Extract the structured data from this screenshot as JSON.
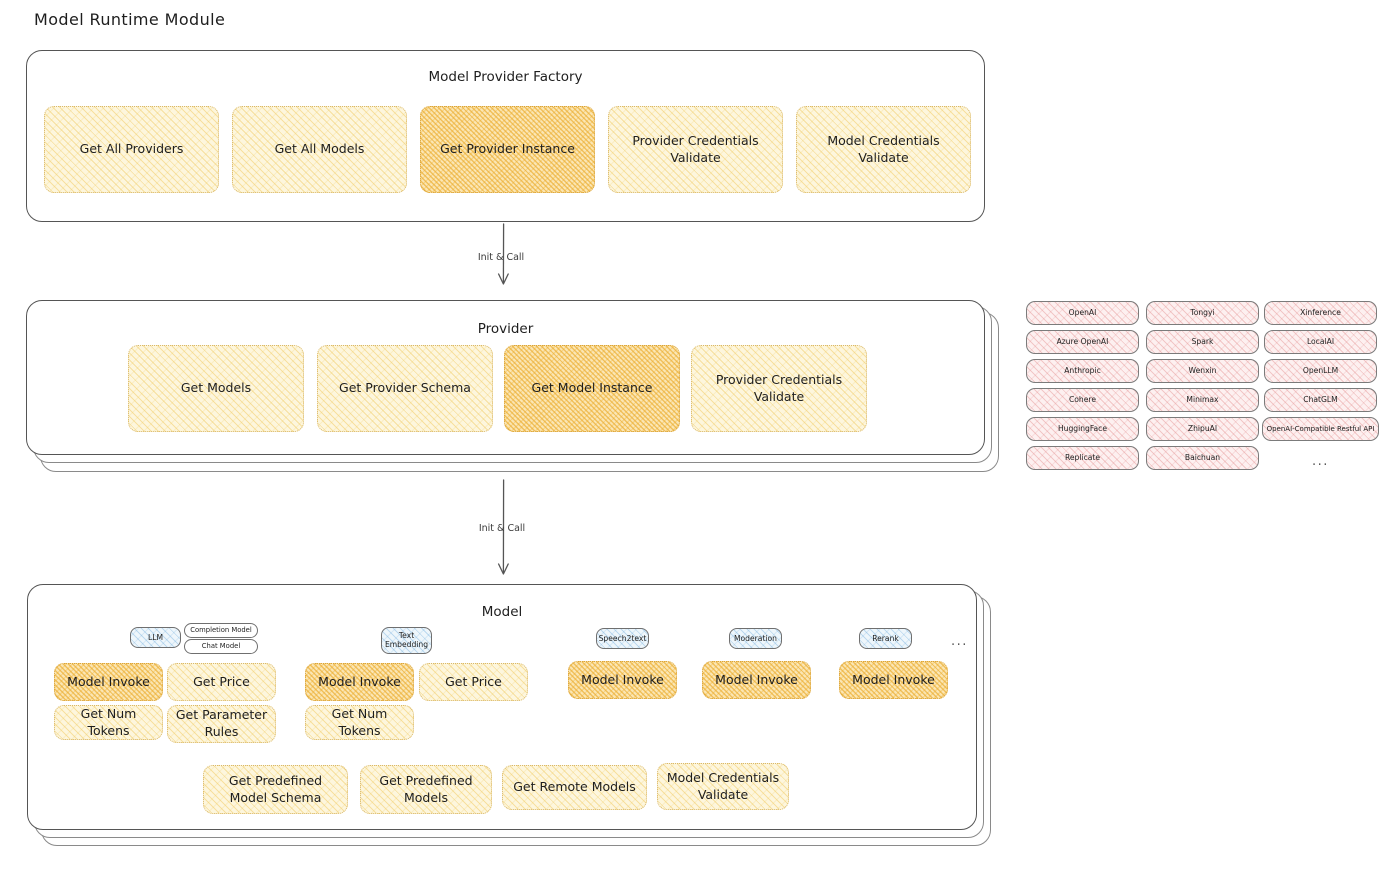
{
  "page": {
    "title": "Model Runtime Module"
  },
  "factory": {
    "title": "Model Provider Factory",
    "nodes": [
      {
        "label": "Get All Providers",
        "highlighted": false
      },
      {
        "label": "Get All Models",
        "highlighted": false
      },
      {
        "label": "Get Provider Instance",
        "highlighted": true
      },
      {
        "label": "Provider Credentials Validate",
        "highlighted": false
      },
      {
        "label": "Model Credentials Validate",
        "highlighted": false
      }
    ]
  },
  "arrow_factory_to_provider": {
    "label": "Init & Call"
  },
  "provider": {
    "title": "Provider",
    "nodes": [
      {
        "label": "Get Models",
        "highlighted": false
      },
      {
        "label": "Get Provider Schema",
        "highlighted": false
      },
      {
        "label": "Get Model Instance",
        "highlighted": true
      },
      {
        "label": "Provider Credentials Validate",
        "highlighted": false
      }
    ]
  },
  "arrow_provider_to_model": {
    "label": "Init & Call"
  },
  "provider_list": {
    "columns": [
      [
        "OpenAI",
        "Azure OpenAI",
        "Anthropic",
        "Cohere",
        "HuggingFace",
        "Replicate"
      ],
      [
        "Tongyi",
        "Spark",
        "Wenxin",
        "Minimax",
        "ZhipuAI",
        "Baichuan"
      ],
      [
        "Xinference",
        "LocalAI",
        "OpenLLM",
        "ChatGLM",
        "OpenAI-Compatible Restful API"
      ]
    ],
    "more": "..."
  },
  "model": {
    "title": "Model",
    "more": "...",
    "types": [
      {
        "label": "LLM",
        "sublabels": [
          "Completion Model",
          "Chat Model"
        ]
      },
      {
        "label": "Text Embedding",
        "sublabels": []
      },
      {
        "label": "Speech2text",
        "sublabels": []
      },
      {
        "label": "Moderation",
        "sublabels": []
      },
      {
        "label": "Rerank",
        "sublabels": []
      }
    ],
    "llm_nodes": [
      {
        "label": "Model Invoke",
        "highlighted": true
      },
      {
        "label": "Get Price",
        "highlighted": false
      },
      {
        "label": "Get Num Tokens",
        "highlighted": false
      },
      {
        "label": "Get Parameter Rules",
        "highlighted": false
      }
    ],
    "embedding_nodes": [
      {
        "label": "Model Invoke",
        "highlighted": true
      },
      {
        "label": "Get Price",
        "highlighted": false
      },
      {
        "label": "Get Num Tokens",
        "highlighted": false
      }
    ],
    "speech_nodes": [
      {
        "label": "Model Invoke",
        "highlighted": true
      }
    ],
    "moderation_nodes": [
      {
        "label": "Model Invoke",
        "highlighted": true
      }
    ],
    "rerank_nodes": [
      {
        "label": "Model Invoke",
        "highlighted": true
      }
    ],
    "common_nodes": [
      {
        "label": "Get Predefined Model Schema",
        "highlighted": false
      },
      {
        "label": "Get Predefined Models",
        "highlighted": false
      },
      {
        "label": "Get Remote Models",
        "highlighted": false
      },
      {
        "label": "Model Credentials Validate",
        "highlighted": false
      }
    ]
  },
  "colors": {
    "highlight": "#f0b63c",
    "node_fill": "#fdf6dd",
    "provider_chip": "#fdf0f0",
    "model_chip": "#eef6fb",
    "stroke": "#1e1e1e"
  }
}
